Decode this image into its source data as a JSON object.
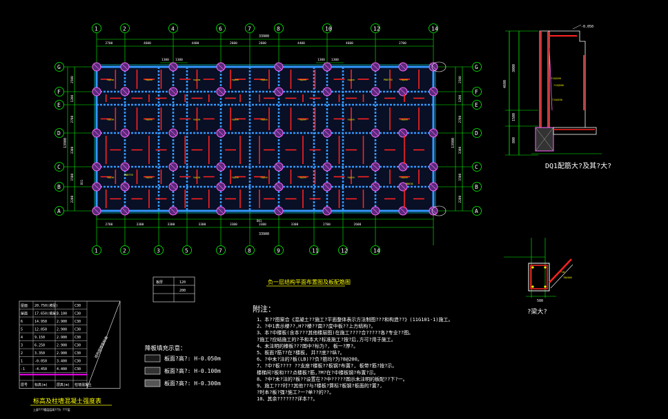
{
  "colors": {
    "background": "#000000",
    "grid": "#00ff00",
    "beam": "#3399ff",
    "beam_fill": "#1a2a6a",
    "column": "#ff66ff",
    "rebar": "#ff2222",
    "text": "#ffffff",
    "yellow": "#ffff00",
    "cyan": "#00ffff",
    "magenta": "#ff00ff"
  },
  "plan": {
    "axes_x": [
      "1",
      "2",
      "4",
      "6",
      "7",
      "8",
      "10",
      "12",
      "14"
    ],
    "axes_x_bottom": [
      "1",
      "2",
      "3",
      "5",
      "7",
      "8",
      "9",
      "11",
      "12",
      "14"
    ],
    "axes_y": [
      "G",
      "F",
      "E",
      "D",
      "C",
      "B",
      "A"
    ],
    "dims_top": [
      "2700",
      "4600",
      "4400",
      "2600",
      "2600",
      "4400",
      "4600",
      "2700",
      "2600"
    ],
    "total_top": "33900",
    "dims_bottom": [
      "2700",
      "3300",
      "3300",
      "3300",
      "3300",
      "3300",
      "3300",
      "2700",
      "2600"
    ],
    "total_bottom": "33900",
    "dims_left": [
      "2500",
      "1200",
      "2700",
      "3300",
      "1500",
      "2200"
    ],
    "total_left": "13900",
    "dims_right": [
      "2500",
      "1200",
      "2700",
      "3300",
      "1500",
      "2200"
    ],
    "total_right": "13900",
    "sub_dims_top": [
      "1300",
      "1300",
      "1300",
      "1300"
    ],
    "title": "负一层结构平面布置图及板配筋图"
  },
  "wall_detail": {
    "title": "DQ1配筋大?及其?大?",
    "dims_left": [
      "3000",
      "1500",
      "800"
    ],
    "total": "4600",
    "elev": "-0.050"
  },
  "beam_detail": {
    "title": "?梁大?",
    "dim": "500"
  },
  "slab_table": {
    "header": [
      "板厚",
      "120"
    ],
    "row1": "200",
    "row2": ""
  },
  "level_table": {
    "title": "标高及柱墙混凝土强度表",
    "subtitle": "上部???楼层层高??为 ???层",
    "rows": [
      [
        "屋面",
        "20.750(坡屋)",
        "",
        "C30"
      ],
      [
        "屋面",
        "17.650(坡屋)",
        "3.100",
        "C30"
      ],
      [
        "6",
        "14.950",
        "2.900",
        "C30"
      ],
      [
        "5",
        "12.050",
        "2.900",
        "C30"
      ],
      [
        "4",
        "9.150",
        "2.900",
        "C30"
      ],
      [
        "3",
        "6.250",
        "2.900",
        "C30"
      ],
      [
        "2",
        "3.350",
        "2.900",
        "C30"
      ],
      [
        "1",
        "-0.050",
        "3.400",
        "C30"
      ],
      [
        "-1",
        "-4.450",
        "4.400",
        "C30"
      ]
    ],
    "footer": [
      "层号",
      "标高(m)",
      "层高(m)",
      "柱墙混凝土"
    ],
    "note": "结构层楼面标高"
  },
  "legend": {
    "title": "降板填充示意：",
    "items": [
      "板面?高?: H-0.050m",
      "板面?高?: H-0.100m",
      "板面?高?: H-0.300m"
    ]
  },
  "notes": {
    "title": "附注：",
    "items": [
      "1、本??图案合《混凝土??施工?平面整体表示方法制图???和构造??》(11G101-1)施工。",
      "2、?中1表示楼??,H??楼??面??度中板??上方结构?。",
      "3、本?中楼板(含本???其他楼层图)在施工????合?????各?专业??图。",
      "   ?施工?应结施工的?予和本大?标准施工?按?后,方可?用于施工。",
      "4、未注明的楼板???图中?标为?, 板一?厚?。",
      "5、板面?筋??在?楼板, 并??底??纵?。",
      "6、?中未?注的?板(LB)??负?筋均?为?8@200。",
      "7、?中?板????    ??支座?楼板??板钢?布置?, 板带?筋?按?示。",
      "   楼梯间?板和???点楼板?筋,?M?在?中楼板钢?布置?示。",
      "8、?中?未?注的?板??设置在??中?????图示未注明的板配??下?一。",
      "9、施工???时??其他??与?楼板?算标?板钢?板面的?置?,",
      "   ?时本?板?强?施工?一?单??的??。",
      "10、其余???????详本??。"
    ]
  }
}
